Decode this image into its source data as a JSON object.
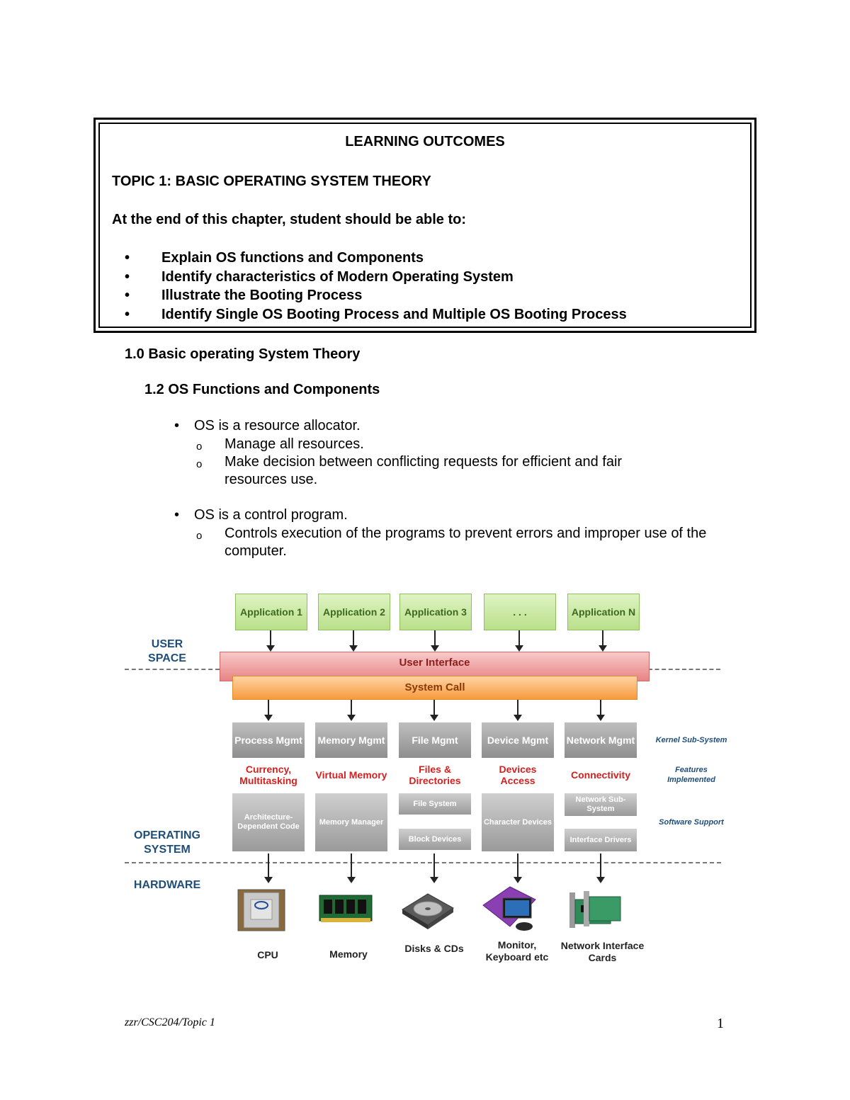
{
  "learning_box": {
    "title": "LEARNING OUTCOMES",
    "topic": "TOPIC 1: BASIC OPERATING SYSTEM THEORY",
    "intro": "At the end of this chapter, student should be able to:",
    "outcomes": [
      "Explain OS functions and Components",
      "Identify characteristics of Modern Operating System",
      "Illustrate  the Booting Process",
      "Identify Single OS Booting Process and Multiple OS Booting Process"
    ]
  },
  "headings": {
    "h1": "1.0 Basic operating System Theory",
    "h2": "1.2  OS Functions and Components"
  },
  "bullets": [
    {
      "text": "OS is a resource allocator.",
      "subs": [
        "Manage all resources.",
        "Make decision between conflicting requests for efficient and fair resources use."
      ]
    },
    {
      "text": "OS is a control program.",
      "subs": [
        "Controls execution of the programs to prevent errors and improper use of the computer."
      ]
    }
  ],
  "diagram": {
    "apps": [
      "Application 1",
      "Application 2",
      "Application 3",
      ". . .",
      "Application N"
    ],
    "user_space": "USER SPACE",
    "user_interface": "User Interface",
    "system_call": "System Call",
    "operating_system": "OPERATING SYSTEM",
    "hardware": "HARDWARE",
    "subsystems": [
      "Process Mgmt",
      "Memory Mgmt",
      "File Mgmt",
      "Device Mgmt",
      "Network Mgmt"
    ],
    "features": [
      "Currency, Multitasking",
      "Virtual Memory",
      "Files & Directories",
      "Devices Access",
      "Connectivity"
    ],
    "software": {
      "arch": "Architecture-Dependent Code",
      "memmgr": "Memory Manager",
      "filesystem": "File System",
      "blockdev": "Block Devices",
      "chardev": "Character Devices",
      "netsub": "Network Sub-System",
      "ifdrivers": "Interface Drivers"
    },
    "row_labels": [
      "Kernel Sub-System",
      "Features Implemented",
      "Software Support"
    ],
    "hw_labels": [
      "CPU",
      "Memory",
      "Disks & CDs",
      "Monitor, Keyboard etc",
      "Network Interface Cards"
    ],
    "colors": {
      "app": "#b9e08a",
      "ui": "#e88484",
      "syscall": "#f79b3c",
      "feature": "#d42020",
      "side": "#1f4e79"
    }
  },
  "footer": {
    "left": "zzr/CSC204/Topic 1",
    "page": "1"
  }
}
